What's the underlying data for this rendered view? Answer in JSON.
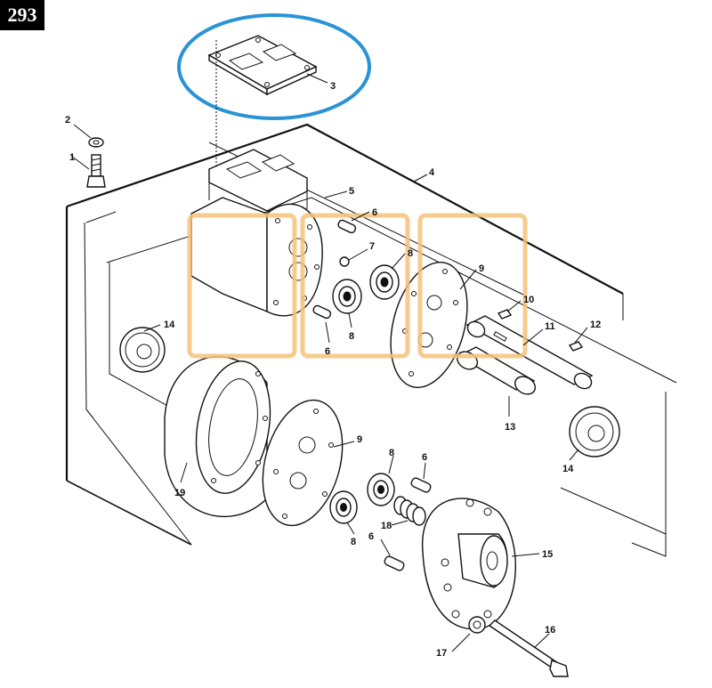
{
  "page_number": "293",
  "highlight_color": "#2a93d5",
  "watermark_color": "#f5c27a",
  "callouts": {
    "c1": "1",
    "c2": "2",
    "c3": "3",
    "c4": "4",
    "c5": "5",
    "c6a": "6",
    "c6b": "6",
    "c6c": "6",
    "c6d": "6",
    "c7": "7",
    "c8a": "8",
    "c8b": "8",
    "c8c": "8",
    "c8d": "8",
    "c9a": "9",
    "c9b": "9",
    "c10": "10",
    "c11": "11",
    "c12": "12",
    "c13": "13",
    "c14a": "14",
    "c14b": "14",
    "c15": "15",
    "c16": "16",
    "c17": "17",
    "c18": "18",
    "c19": "19"
  }
}
